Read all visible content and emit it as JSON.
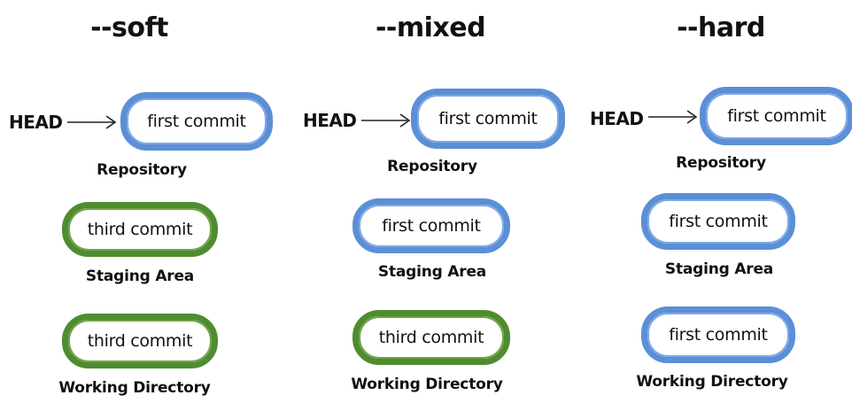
{
  "colors": {
    "blue": "#5b8fd6",
    "green": "#4f8c2f"
  },
  "columns": [
    {
      "title": "--soft",
      "head": "HEAD",
      "repository": {
        "text": "first commit",
        "color": "blue",
        "caption": "Repository"
      },
      "staging": {
        "text": "third commit",
        "color": "green",
        "caption": "Staging Area"
      },
      "working": {
        "text": "third commit",
        "color": "green",
        "caption": "Working Directory"
      }
    },
    {
      "title": "--mixed",
      "head": "HEAD",
      "repository": {
        "text": "first commit",
        "color": "blue",
        "caption": "Repository"
      },
      "staging": {
        "text": "first commit",
        "color": "blue",
        "caption": "Staging Area"
      },
      "working": {
        "text": "third commit",
        "color": "green",
        "caption": "Working Directory"
      }
    },
    {
      "title": "--hard",
      "head": "HEAD",
      "repository": {
        "text": "first commit",
        "color": "blue",
        "caption": "Repository"
      },
      "staging": {
        "text": "first commit",
        "color": "blue",
        "caption": "Staging Area"
      },
      "working": {
        "text": "first commit",
        "color": "blue",
        "caption": "Working Directory"
      }
    }
  ]
}
